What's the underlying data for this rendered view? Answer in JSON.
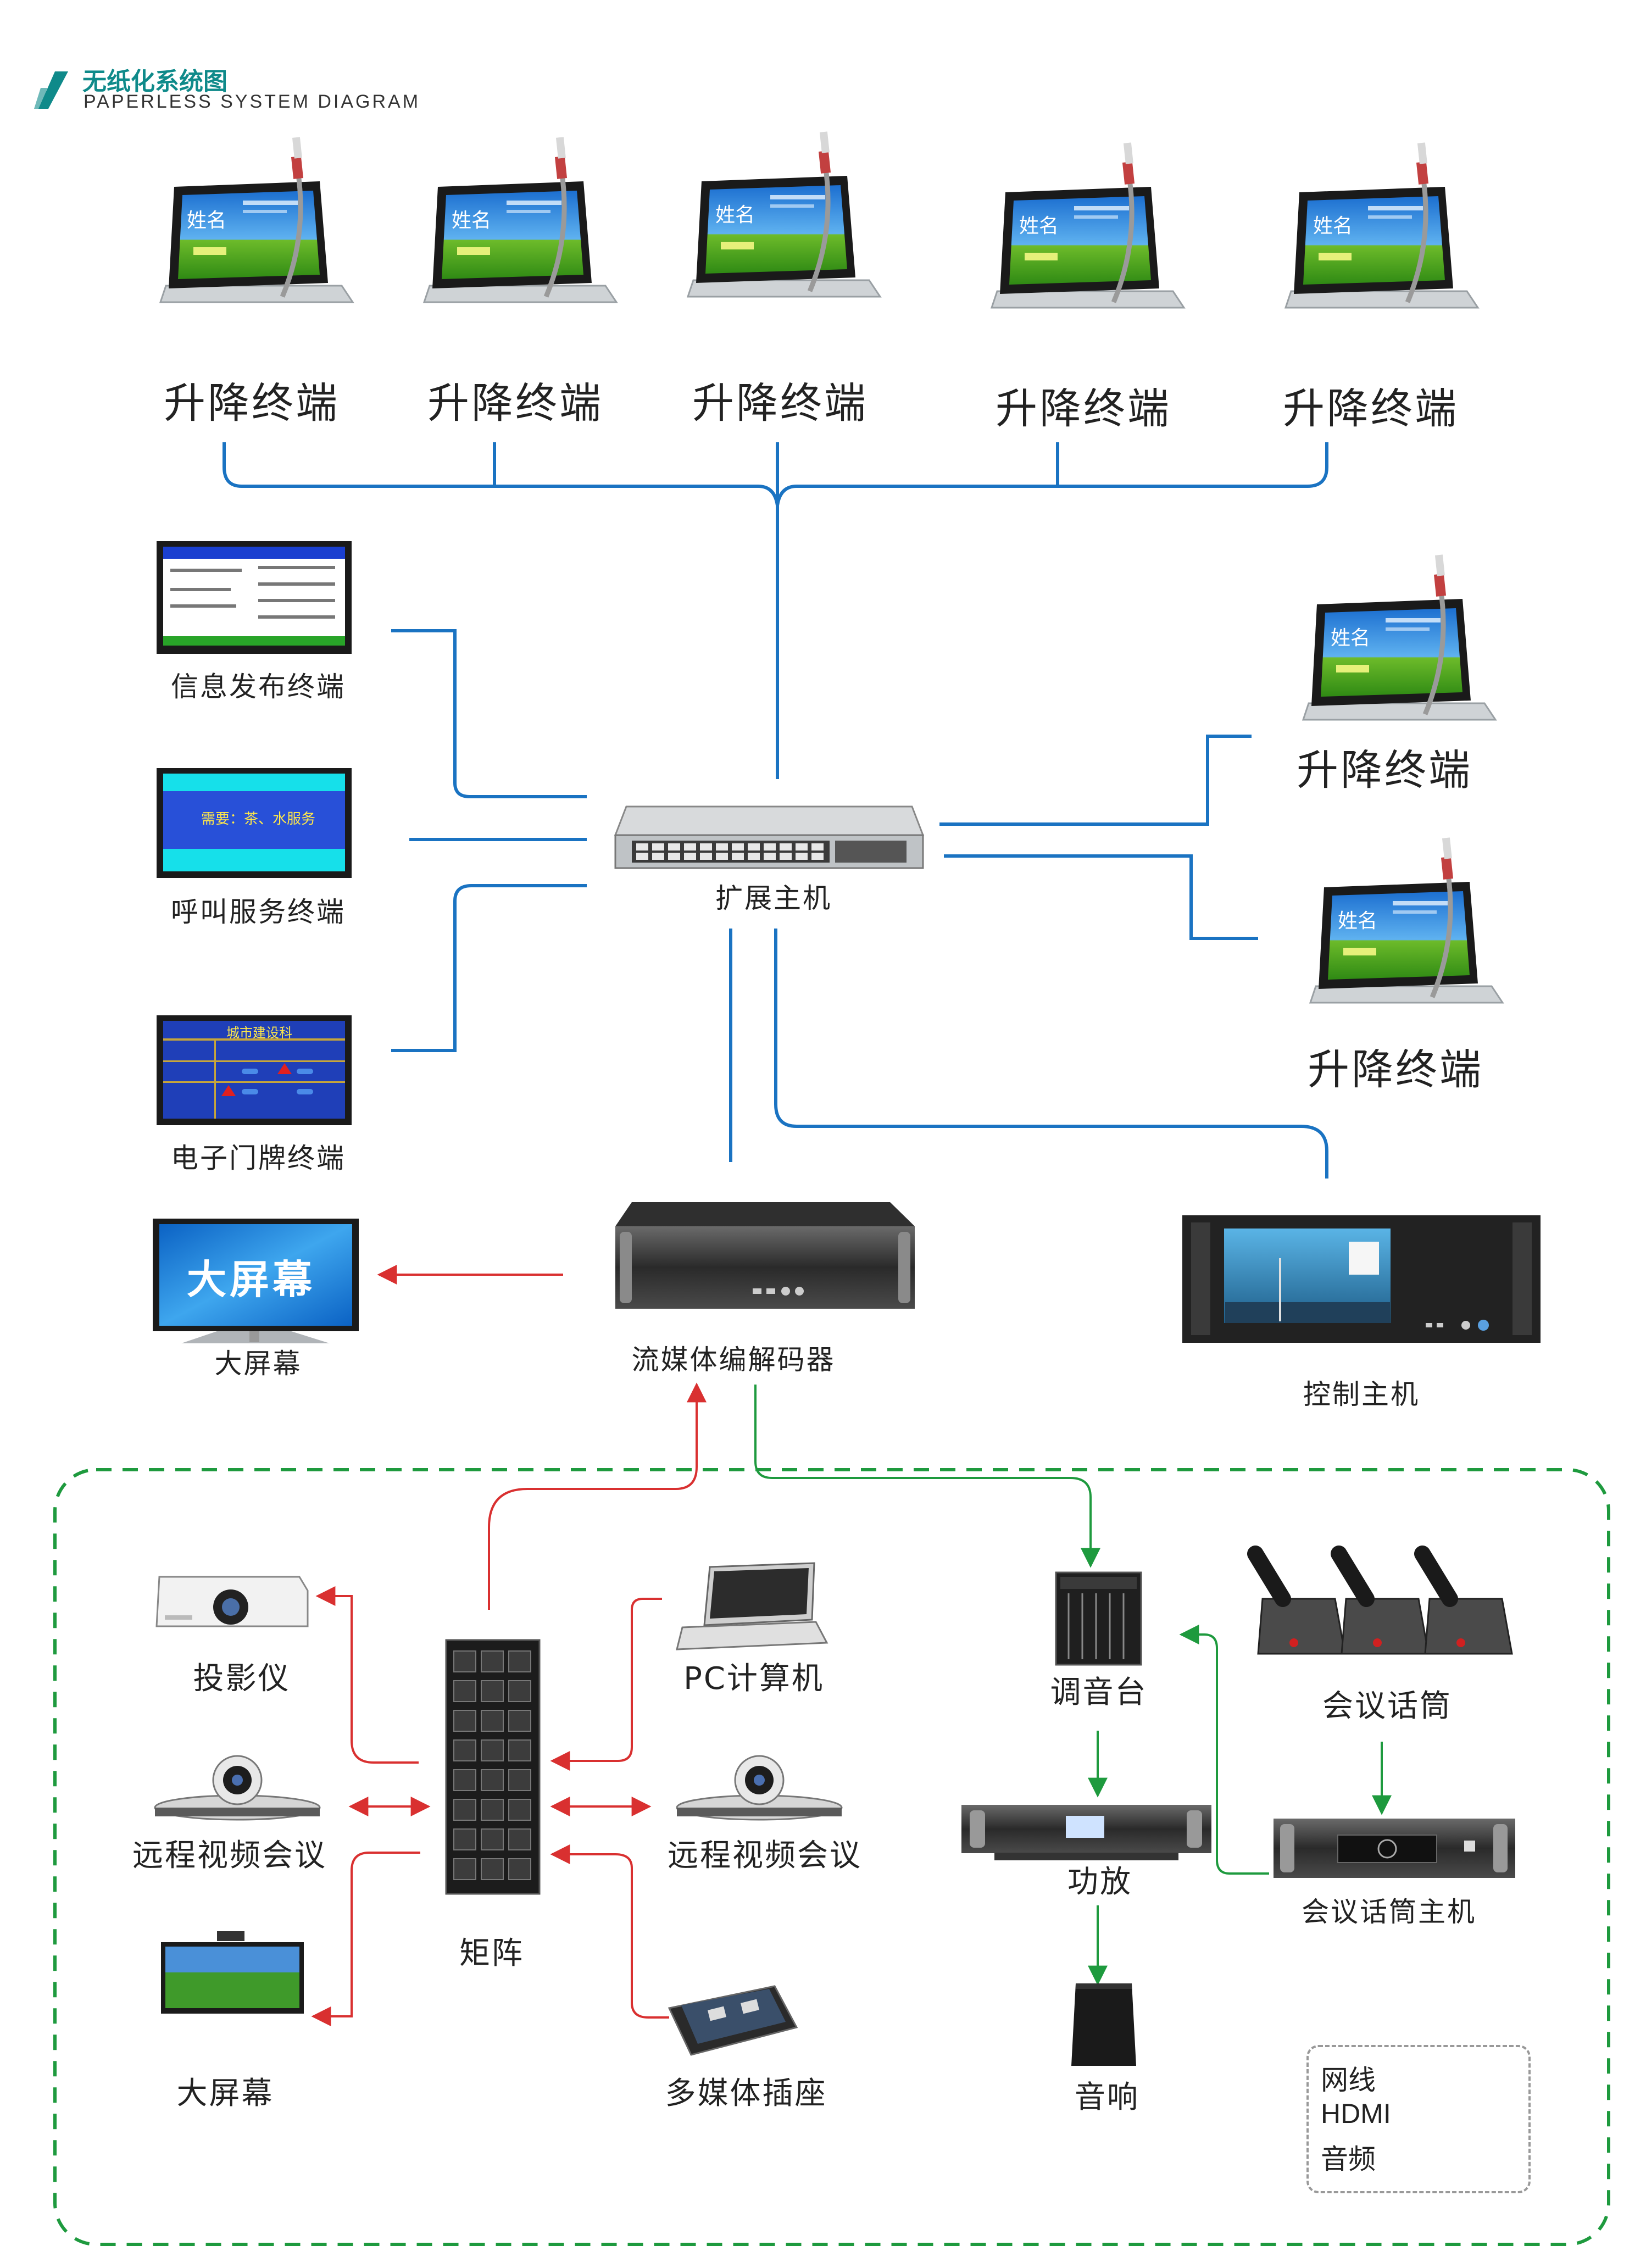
{
  "header": {
    "title_cn": "无纸化系统图",
    "title_en": "PAPERLESS SYSTEM DIAGRAM"
  },
  "nodes": {
    "lift_terminal_label": "升降终端",
    "lift_screen_name": "姓名",
    "info_terminal": "信息发布终端",
    "call_terminal": "呼叫服务终端",
    "call_screen_text": "需要：茶、水服务",
    "door_terminal": "电子门牌终端",
    "door_screen_title": "城市建设科",
    "switch": "扩展主机",
    "big_screen": "大屏幕",
    "big_screen_display": "大屏幕",
    "codec": "流媒体编解码器",
    "control_host": "控制主机",
    "projector": "投影仪",
    "video_conf": "远程视频会议",
    "matrix": "矩阵",
    "pc": "PC计算机",
    "media_socket": "多媒体插座",
    "mixer": "调音台",
    "amplifier": "功放",
    "speaker": "音响",
    "mic": "会议话筒",
    "mic_host": "会议话筒主机"
  },
  "legend": {
    "items": [
      {
        "label": "网线",
        "color": "#1a73c2"
      },
      {
        "label": "HDMI",
        "color": "#d93030"
      },
      {
        "label": "音频",
        "color": "#1e9a3e"
      }
    ]
  },
  "colors": {
    "network": "#1a73c2",
    "hdmi": "#d93030",
    "audio": "#1e9a3e",
    "accent": "#0f8a8a"
  }
}
